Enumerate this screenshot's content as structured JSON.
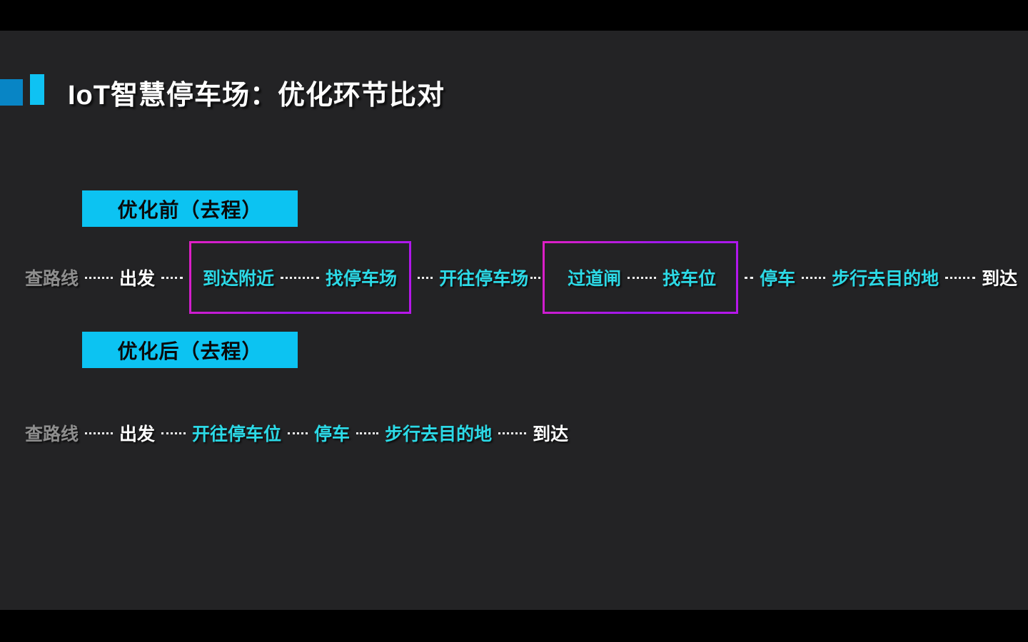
{
  "title": {
    "text": "IoT智慧停车场：优化环节比对"
  },
  "colors": {
    "letterbox": "#000000",
    "background": "#232325",
    "accent_dark_blue": "#0885c5",
    "accent_cyan": "#0fc2f3",
    "section_label_bg": "#0cc3f2",
    "step_cyan": "#2cd9e6",
    "step_white": "#ffffff",
    "step_muted": "#8e8e8e",
    "connector_dots": "#efefef",
    "highlight_border_start": "#e01fc4",
    "highlight_border_end": "#b717ea"
  },
  "sections": [
    {
      "label": "优化前（去程）",
      "steps": [
        "查路线",
        "出发",
        "到达附近",
        "找停车场",
        "开往停车场",
        "过道闸",
        "找车位",
        "停车",
        "步行去目的地",
        "到达"
      ]
    },
    {
      "label": "优化后（去程）",
      "steps": [
        "查路线",
        "出发",
        "开往停车位",
        "停车",
        "步行去目的地",
        "到达"
      ]
    }
  ]
}
